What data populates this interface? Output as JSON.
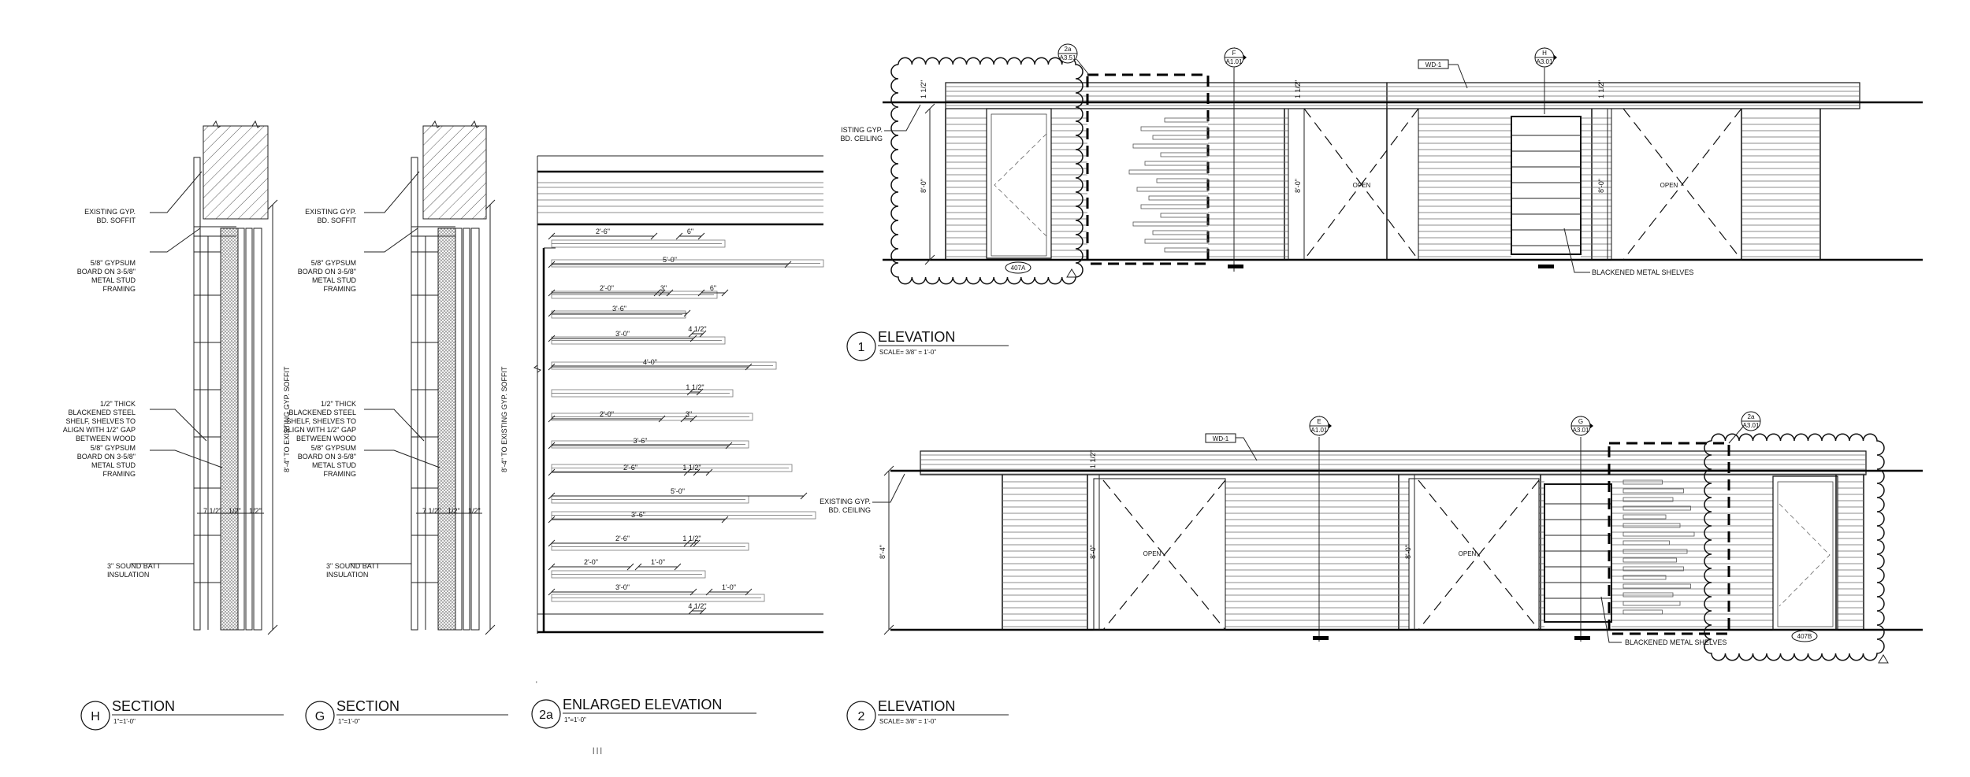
{
  "sections": {
    "H": {
      "tag": "H",
      "title": "SECTION",
      "scale": "1\"=1'-0\"",
      "notes": {
        "soffit": [
          "EXISTING GYP.",
          "BD. SOFFIT"
        ],
        "gypsum_top": [
          "5/8\" GYPSUM",
          "BOARD ON 3-5/8\"",
          "METAL STUD",
          "FRAMING"
        ],
        "shelf": [
          "1/2\" THICK",
          "BLACKENED STEEL",
          "SHELF, SHELVES TO",
          "ALIGN WITH 1/2\" GAP",
          "BETWEEN WOOD"
        ],
        "gypsum_bottom": [
          "5/8\" GYPSUM",
          "BOARD ON 3-5/8\"",
          "METAL STUD",
          "FRAMING"
        ],
        "insulation": [
          "3\" SOUND BATT",
          "INSULATION"
        ]
      },
      "dims": {
        "height": "8'-4\" TO EXISTING GYP. SOFFIT",
        "d1": "7 1/2\"",
        "d2": "1/2\"",
        "d3": "1/2\""
      }
    },
    "G": {
      "tag": "G",
      "title": "SECTION",
      "scale": "1\"=1'-0\"",
      "notes": {
        "soffit": [
          "EXISTING GYP.",
          "BD. SOFFIT"
        ],
        "gypsum_top": [
          "5/8\" GYPSUM",
          "BOARD ON 3-5/8\"",
          "METAL STUD",
          "FRAMING"
        ],
        "shelf": [
          "1/2\" THICK",
          "BLACKENED STEEL",
          "SHELF, SHELVES TO",
          "ALIGN WITH 1/2\" GAP",
          "BETWEEN WOOD"
        ],
        "gypsum_bottom": [
          "5/8\" GYPSUM",
          "BOARD ON 3-5/8\"",
          "METAL STUD",
          "FRAMING"
        ],
        "insulation": [
          "3\" SOUND BATT",
          "INSULATION"
        ]
      },
      "dims": {
        "height": "8'-4\" TO EXISTING GYP. SOFFIT",
        "d1": "7 1/2\"",
        "d2": "1/2\"",
        "d3": "1/2\""
      }
    }
  },
  "enlarged": {
    "tag": "2a",
    "title": "ENLARGED ELEVATION",
    "scale": "1\"=1'-0\"",
    "dims": [
      "2'-6\"",
      "6\"",
      "5'-0\"",
      "2'-0\"",
      "3\"",
      "6\"",
      "3'-6\"",
      "4 1/2\"",
      "3'-0\"",
      "4'-0\"",
      "1 1/2\"",
      "2'-0\"",
      "3\"",
      "3'-6\"",
      "2'-6\"",
      "1 1/2\"",
      "5'-0\"",
      "3'-6\"",
      "2'-6\"",
      "1 1/2\"",
      "2'-0\"",
      "1'-0\"",
      "3'-0\"",
      "1'-0\"",
      "4 1/2\""
    ]
  },
  "elevation1": {
    "tag": "1",
    "title": "ELEVATION",
    "scale": "SCALE= 3/8\" = 1'-0\"",
    "ceiling_note": [
      "ISTING GYP.",
      "BD. CEILING"
    ],
    "material": "WD-1",
    "shelves_note": "BLACKENED METAL SHELVES",
    "door_tag": "407A",
    "openings": [
      "OPEN",
      "OPEN"
    ],
    "height_dims": [
      "8'-0\"",
      "8'-0\"",
      "8'-0\""
    ],
    "small_dims": [
      "1 1/2\"",
      "1 1/2\"",
      "1 1/2\""
    ],
    "callouts": [
      {
        "top": "2a",
        "bottom": "A3.51"
      },
      {
        "top": "F",
        "bottom": "A1.01"
      },
      {
        "top": "H",
        "bottom": "A3.01"
      }
    ]
  },
  "elevation2": {
    "tag": "2",
    "title": "ELEVATION",
    "scale": "SCALE= 3/8\" = 1'-0\"",
    "ceiling_note": [
      "EXISTING GYP.",
      "BD. CEILING"
    ],
    "material": "WD-1",
    "shelves_note": "BLACKENED METAL SHELVES",
    "door_tag": "407B",
    "openings": [
      "OPEN",
      "OPEN"
    ],
    "height_dims": [
      "8'-4\"",
      "8'-0\"",
      "8'-0\""
    ],
    "small_dims": [
      "1 1/2\""
    ],
    "callouts": [
      {
        "top": "E",
        "bottom": "A1.01"
      },
      {
        "top": "G",
        "bottom": "A3.01"
      },
      {
        "top": "2a",
        "bottom": "A3.01"
      }
    ]
  }
}
